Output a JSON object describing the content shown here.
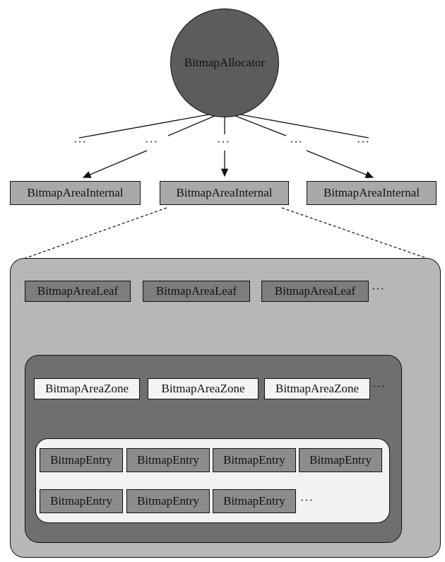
{
  "root": {
    "label": "BitmapAllocator"
  },
  "ellipsis": "···",
  "internals": [
    "BitmapAreaInternal",
    "BitmapAreaInternal",
    "BitmapAreaInternal"
  ],
  "leaves": [
    "BitmapAreaLeaf",
    "BitmapAreaLeaf",
    "BitmapAreaLeaf"
  ],
  "zones": [
    "BitmapAreaZone",
    "BitmapAreaZone",
    "BitmapAreaZone"
  ],
  "entries_row1": [
    "BitmapEntry",
    "BitmapEntry",
    "BitmapEntry",
    "BitmapEntry"
  ],
  "entries_row2": [
    "BitmapEntry",
    "BitmapEntry",
    "BitmapEntry"
  ]
}
